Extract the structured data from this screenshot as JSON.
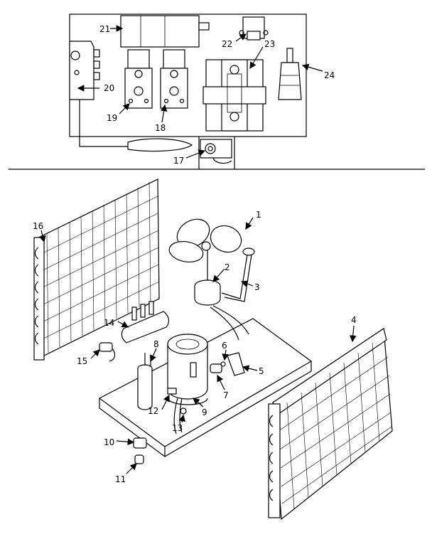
{
  "diagram": {
    "callouts": [
      "1",
      "2",
      "3",
      "4",
      "5",
      "6",
      "7",
      "8",
      "9",
      "10",
      "11",
      "12",
      "13",
      "14",
      "15",
      "16",
      "17",
      "18",
      "19",
      "20",
      "21",
      "22",
      "23",
      "24"
    ]
  }
}
